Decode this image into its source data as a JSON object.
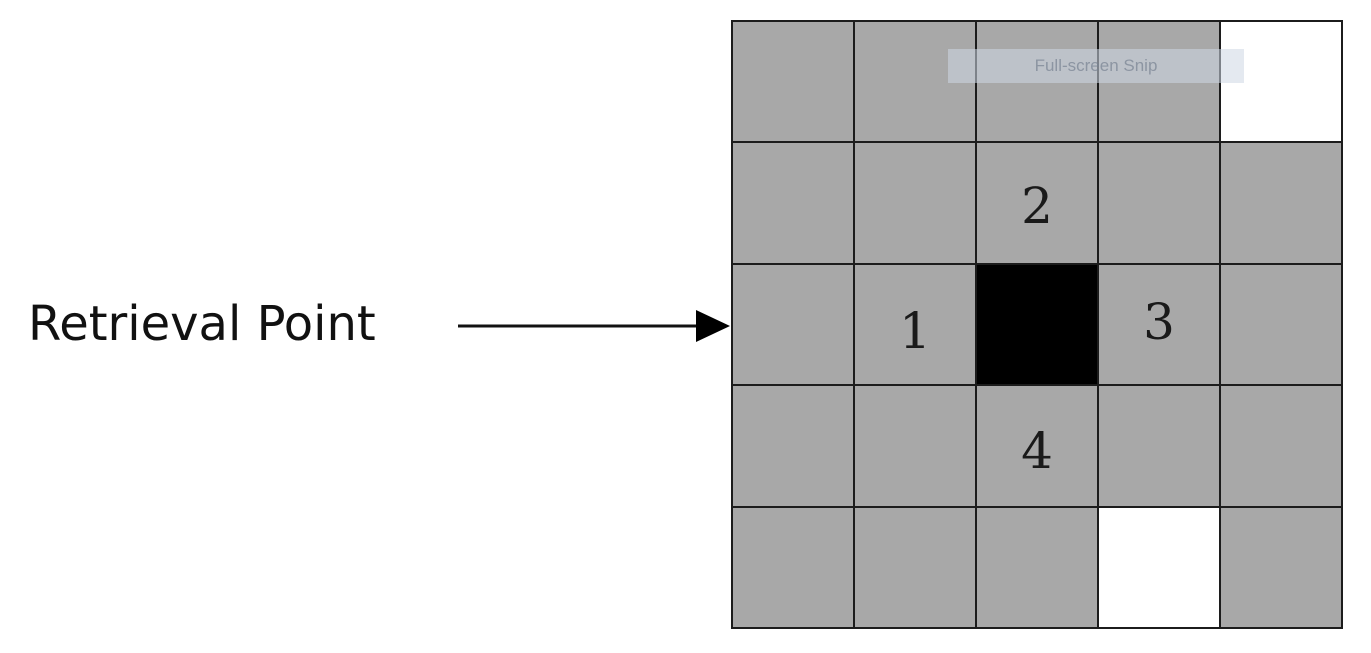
{
  "label": {
    "text": "Retrieval Point"
  },
  "overlay": {
    "text": "Full-screen Snip"
  },
  "grid": {
    "rows": 5,
    "cols": 5,
    "colors": {
      "gray": "#a8a8a8",
      "white": "#ffffff",
      "black": "#000000",
      "line": "#1c1c1c"
    },
    "cells": [
      {
        "fill": "gray",
        "text": ""
      },
      {
        "fill": "gray",
        "text": ""
      },
      {
        "fill": "gray",
        "text": ""
      },
      {
        "fill": "gray",
        "text": ""
      },
      {
        "fill": "white",
        "text": ""
      },
      {
        "fill": "gray",
        "text": ""
      },
      {
        "fill": "gray",
        "text": ""
      },
      {
        "fill": "gray",
        "text": "2"
      },
      {
        "fill": "gray",
        "text": ""
      },
      {
        "fill": "gray",
        "text": ""
      },
      {
        "fill": "gray",
        "text": ""
      },
      {
        "fill": "gray",
        "text": "1"
      },
      {
        "fill": "black",
        "text": ""
      },
      {
        "fill": "gray",
        "text": "3"
      },
      {
        "fill": "gray",
        "text": ""
      },
      {
        "fill": "gray",
        "text": ""
      },
      {
        "fill": "gray",
        "text": ""
      },
      {
        "fill": "gray",
        "text": "4"
      },
      {
        "fill": "gray",
        "text": ""
      },
      {
        "fill": "gray",
        "text": ""
      },
      {
        "fill": "gray",
        "text": ""
      },
      {
        "fill": "gray",
        "text": ""
      },
      {
        "fill": "gray",
        "text": ""
      },
      {
        "fill": "white",
        "text": ""
      },
      {
        "fill": "gray",
        "text": ""
      }
    ]
  }
}
